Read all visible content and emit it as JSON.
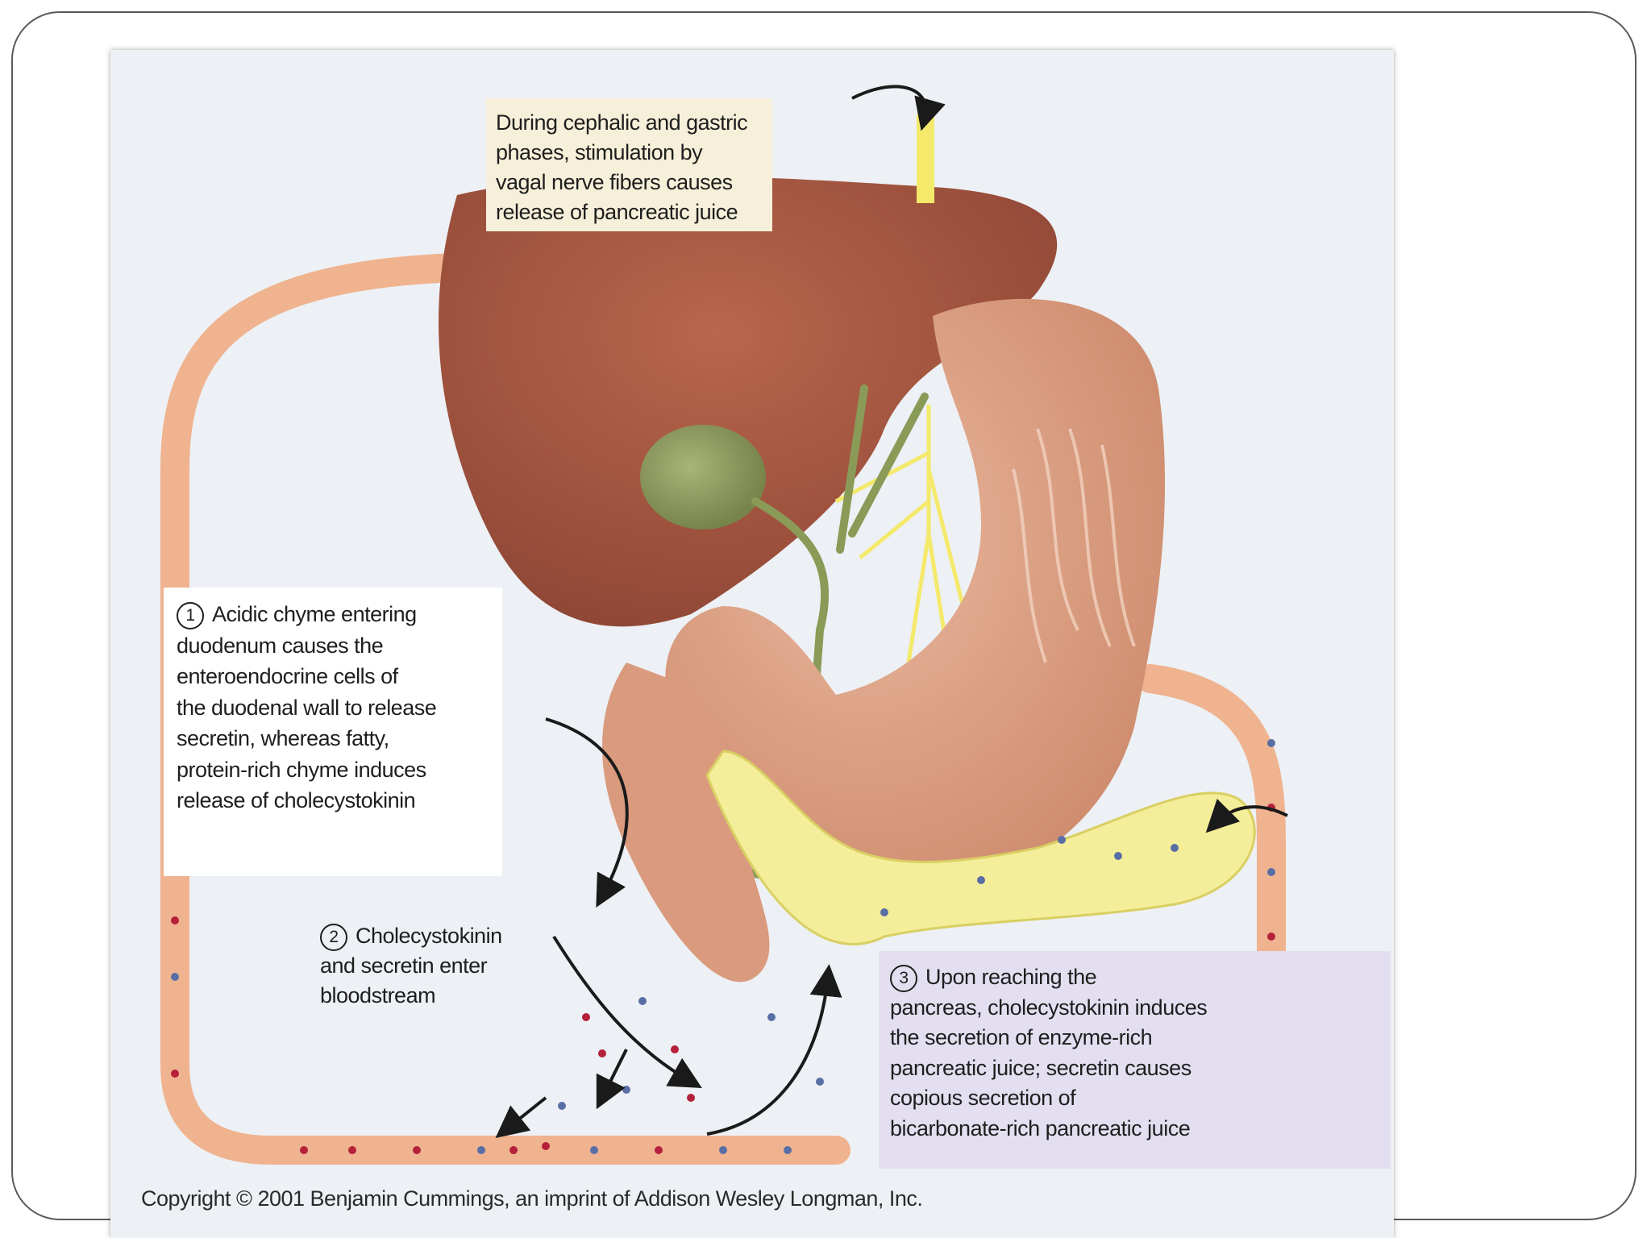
{
  "figure": {
    "callouts": {
      "vagal": {
        "lines": [
          "During cephalic and gastric",
          "phases, stimulation by",
          "vagal nerve fibers causes",
          "release of pancreatic juice"
        ]
      },
      "step1": {
        "number": "1",
        "lines": [
          "Acidic chyme entering",
          "duodenum causes the",
          "enteroendocrine cells of",
          "the duodenal wall to release",
          "secretin, whereas fatty,",
          "protein-rich chyme induces",
          "release of cholecystokinin"
        ]
      },
      "step2": {
        "number": "2",
        "lines": [
          "Cholecystokinin",
          "and secretin enter",
          "bloodstream"
        ]
      },
      "step3": {
        "number": "3",
        "lines": [
          "Upon reaching the",
          "pancreas, cholecystokinin induces",
          "the secretion of enzyme-rich",
          "pancreatic juice; secretin causes",
          "copious secretion of",
          "bicarbonate-rich pancreatic juice"
        ]
      }
    },
    "copyright": "Copyright © 2001 Benjamin Cummings, an imprint of Addison Wesley Longman, Inc."
  },
  "colors": {
    "background": "#edf0f4",
    "blood_vessel": "#efb38f",
    "liver": "#a5563f",
    "stomach": "#d9957a",
    "gallbladder": "#8f9c5f",
    "pancreas": "#f4ee9a",
    "nerve": "#f4e96a",
    "duct": "#8a9a57",
    "hormone_dot_red": "#b5203a",
    "hormone_dot_blue": "#5a6ea6",
    "callout_vagal_bg": "#f6efd9",
    "callout_3_bg": "#e3dff0"
  }
}
